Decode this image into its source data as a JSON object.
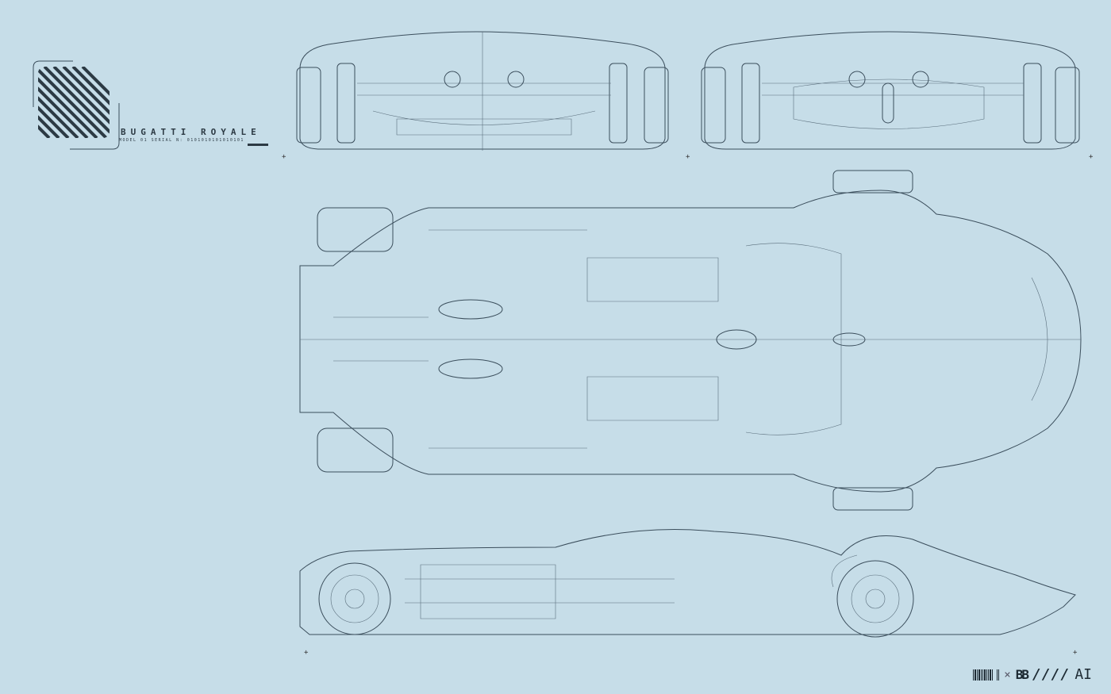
{
  "logo": {
    "title": "BUGATTI ROYALE",
    "serial": "MODEL 01 SERIAL N: 0101010101010101"
  },
  "footer": {
    "cross": "×",
    "brand_mark": "BB",
    "slashes": "////",
    "suffix": "AI"
  },
  "colors": {
    "background": "#c6dde8",
    "line": "#3b4e5c"
  }
}
